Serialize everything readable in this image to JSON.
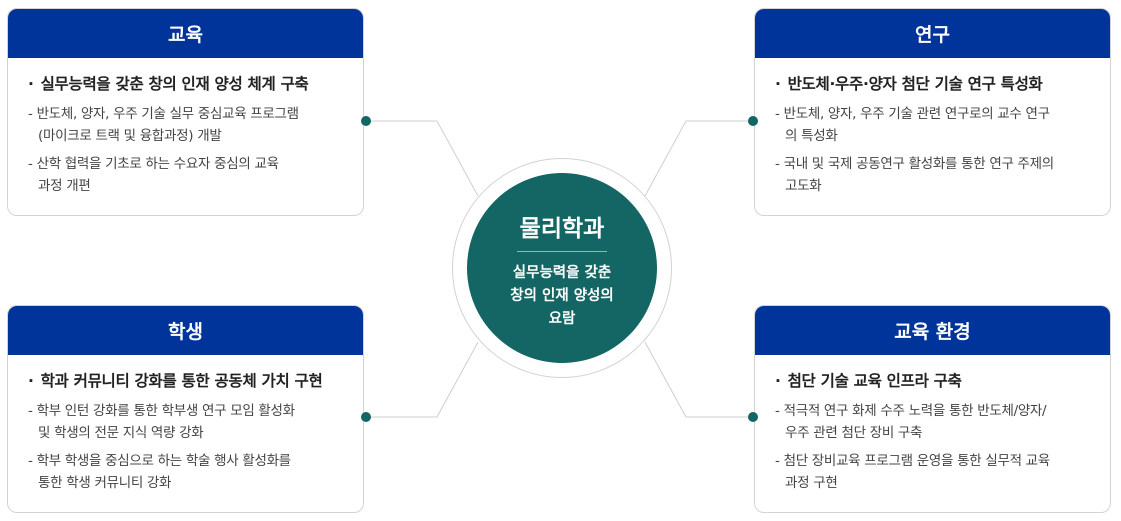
{
  "center": {
    "title": "물리학과",
    "subtitle": "실무능력을 갖춘\n창의 인재 양성의\n요람"
  },
  "boxes": [
    {
      "title": "교육",
      "main": "실무능력을 갖춘 창의 인재 양성 체계 구축",
      "items": [
        "반도체, 양자, 우주 기술 실무 중심교육 프로그램\n(마이크로 트랙 및 융합과정)  개발",
        "산학 협력을 기초로 하는 수요자 중심의 교육\n과정 개편"
      ]
    },
    {
      "title": "연구",
      "main": "반도체·우주·양자 첨단 기술 연구 특성화",
      "items": [
        "반도체, 양자, 우주 기술 관련 연구로의 교수  연구\n의 특성화",
        "국내 및 국제 공동연구 활성화를 통한 연구 주제의\n고도화"
      ]
    },
    {
      "title": "학생",
      "main": "학과 커뮤니티 강화를 통한 공동체 가치 구현",
      "items": [
        "학부 인턴 강화를 통한 학부생 연구 모임 활성화\n및 학생의 전문 지식 역량 강화",
        "학부 학생을 중심으로 하는 학술 행사 활성화를\n통한 학생 커뮤니티 강화"
      ]
    },
    {
      "title": "교육 환경",
      "main": "첨단 기술 교육 인프라 구축",
      "items": [
        "적극적 연구 화제 수주 노력을 통한 반도체/양자/\n우주 관련 첨단 장비 구축",
        "첨단 장비교육 프로그램 운영을 통한 실무적 교육\n과정 구현"
      ]
    }
  ],
  "colors": {
    "header": "#00349a",
    "core": "#136663",
    "dot": "#136663"
  }
}
